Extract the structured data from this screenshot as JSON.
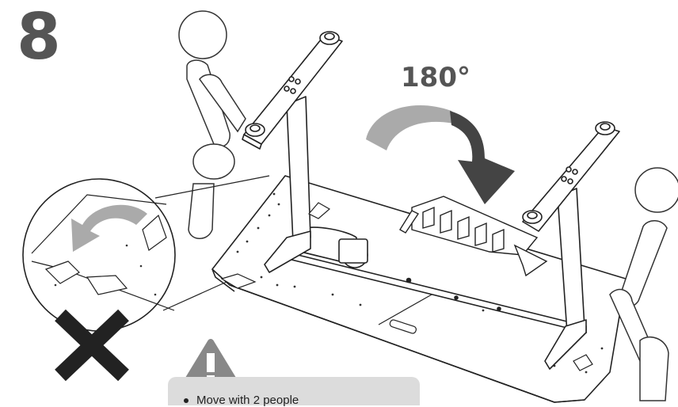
{
  "step": {
    "number": "8"
  },
  "rotation": {
    "angle_label": "180°"
  },
  "warning": {
    "items": [
      "Move with 2 people"
    ]
  },
  "colors": {
    "arrow_gray": "#aaaaaa",
    "arrow_dark": "#444444",
    "cross": "#222222",
    "warning_bg": "#dcdcdc",
    "line": "#222222"
  }
}
